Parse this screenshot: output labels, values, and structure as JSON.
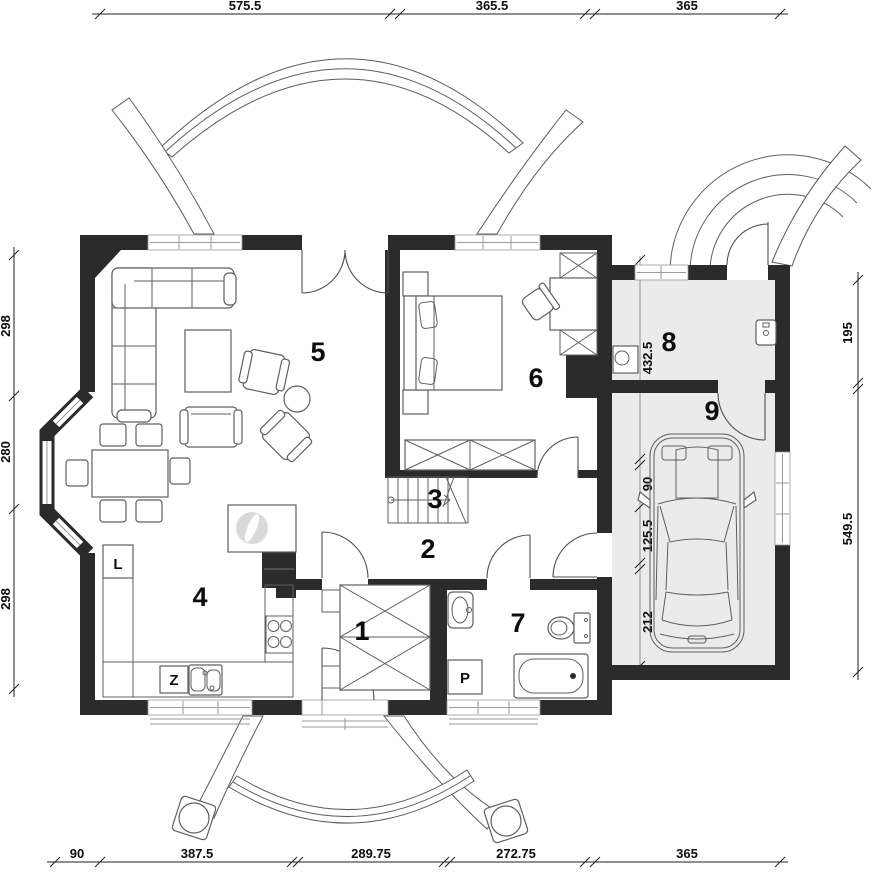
{
  "plan": {
    "room_labels": [
      "1",
      "2",
      "3",
      "4",
      "5",
      "6",
      "7",
      "8",
      "9"
    ],
    "appliance_labels": {
      "fridge": "L",
      "sink_unit": "Z",
      "washer": "P"
    },
    "dimensions": {
      "top": [
        "575.5",
        "365.5",
        "365"
      ],
      "bottom": [
        "90",
        "387.5",
        "289.75",
        "272.75",
        "365"
      ],
      "left": [
        "298",
        "280",
        "298"
      ],
      "right": [
        "195",
        "549.5"
      ],
      "garage_chain": [
        "432.5",
        "90",
        "125.5",
        "212"
      ]
    },
    "colors": {
      "wall": "#2b2b2b",
      "garage_floor": "#ebebeb",
      "outline": "#5f5f5f",
      "dimension": "#1f1f1f"
    }
  }
}
